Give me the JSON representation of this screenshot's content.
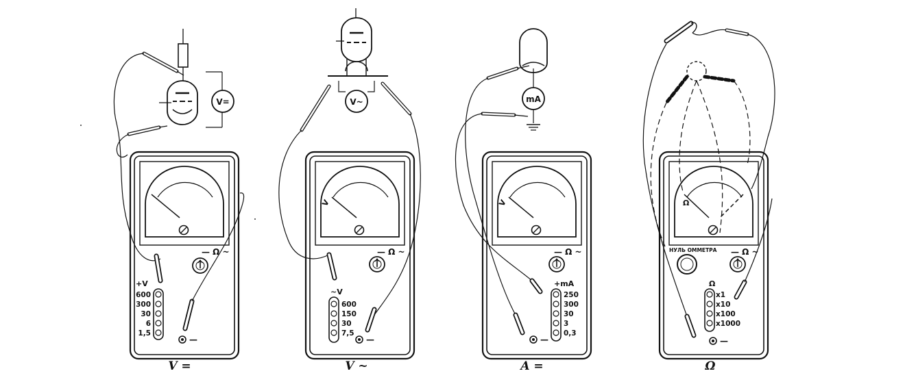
{
  "meters": [
    {
      "caption": "V =",
      "function_label": "+V",
      "selector_label": "— Ω ~",
      "ranges": [
        "600",
        "300",
        "30",
        "6",
        "1,5"
      ],
      "minus_label": "—",
      "circuit_symbol": "V="
    },
    {
      "caption": "V ~",
      "function_label": "~V",
      "selector_label": "— Ω ~",
      "ranges": [
        "600",
        "150",
        "30",
        "7,5"
      ],
      "minus_label": "—",
      "circuit_symbol": "V~",
      "scale_label": "V"
    },
    {
      "caption": "A =",
      "function_label": "+mA",
      "selector_label": "— Ω ~",
      "ranges": [
        "250",
        "300",
        "30",
        "3",
        "0,3"
      ],
      "minus_label": "—",
      "circuit_symbol": "mA",
      "scale_label": "V"
    },
    {
      "caption": "Ω",
      "function_label": "Ω",
      "selector_label": "— Ω ~",
      "ranges": [
        "x1",
        "x10",
        "x100",
        "x1000"
      ],
      "minus_label": "—",
      "zero_knob_label": "НУЛЬ ОММЕТРА",
      "scale_label": "Ω"
    }
  ]
}
